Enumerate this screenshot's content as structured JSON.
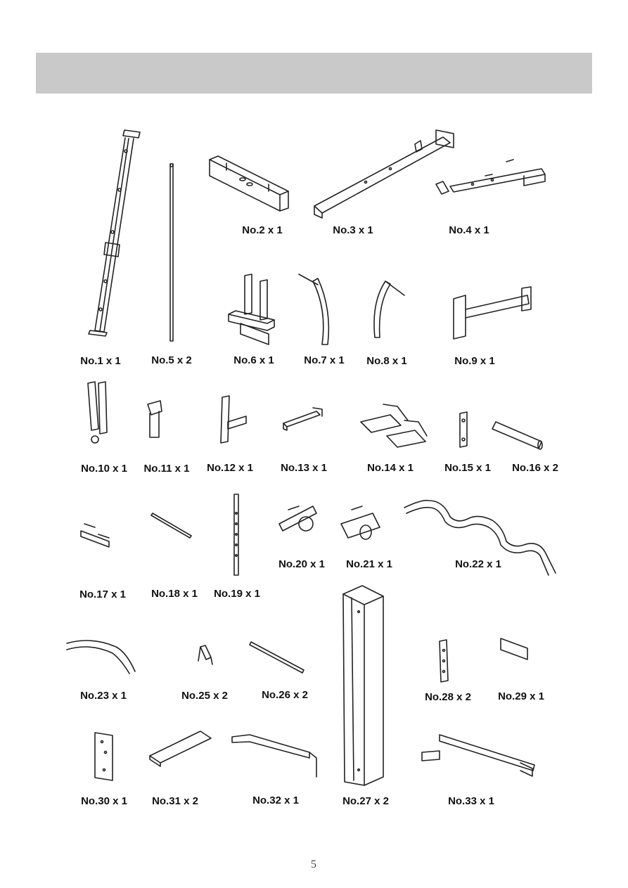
{
  "page_number": "5",
  "parts": [
    {
      "label": "No.1 x 1"
    },
    {
      "label": "No.5 x 2"
    },
    {
      "label": "No.2 x 1"
    },
    {
      "label": "No.3 x 1"
    },
    {
      "label": "No.4 x 1"
    },
    {
      "label": "No.6 x 1"
    },
    {
      "label": "No.7 x 1"
    },
    {
      "label": "No.8 x 1"
    },
    {
      "label": "No.9 x 1"
    },
    {
      "label": "No.10 x 1"
    },
    {
      "label": "No.11 x 1"
    },
    {
      "label": "No.12 x 1"
    },
    {
      "label": "No.13 x 1"
    },
    {
      "label": "No.14 x 1"
    },
    {
      "label": "No.15 x 1"
    },
    {
      "label": "No.16 x 2"
    },
    {
      "label": "No.17 x 1"
    },
    {
      "label": "No.18 x 1"
    },
    {
      "label": "No.19 x 1"
    },
    {
      "label": "No.20 x 1"
    },
    {
      "label": "No.21 x 1"
    },
    {
      "label": "No.22 x 1"
    },
    {
      "label": "No.23 x 1"
    },
    {
      "label": "No.25 x 2"
    },
    {
      "label": "No.26 x 2"
    },
    {
      "label": "No.28 x 2"
    },
    {
      "label": "No.29 x 1"
    },
    {
      "label": "No.27 x 2"
    },
    {
      "label": "No.30 x 1"
    },
    {
      "label": "No.31 x 2"
    },
    {
      "label": "No.32 x 1"
    },
    {
      "label": "No.33 x 1"
    }
  ]
}
